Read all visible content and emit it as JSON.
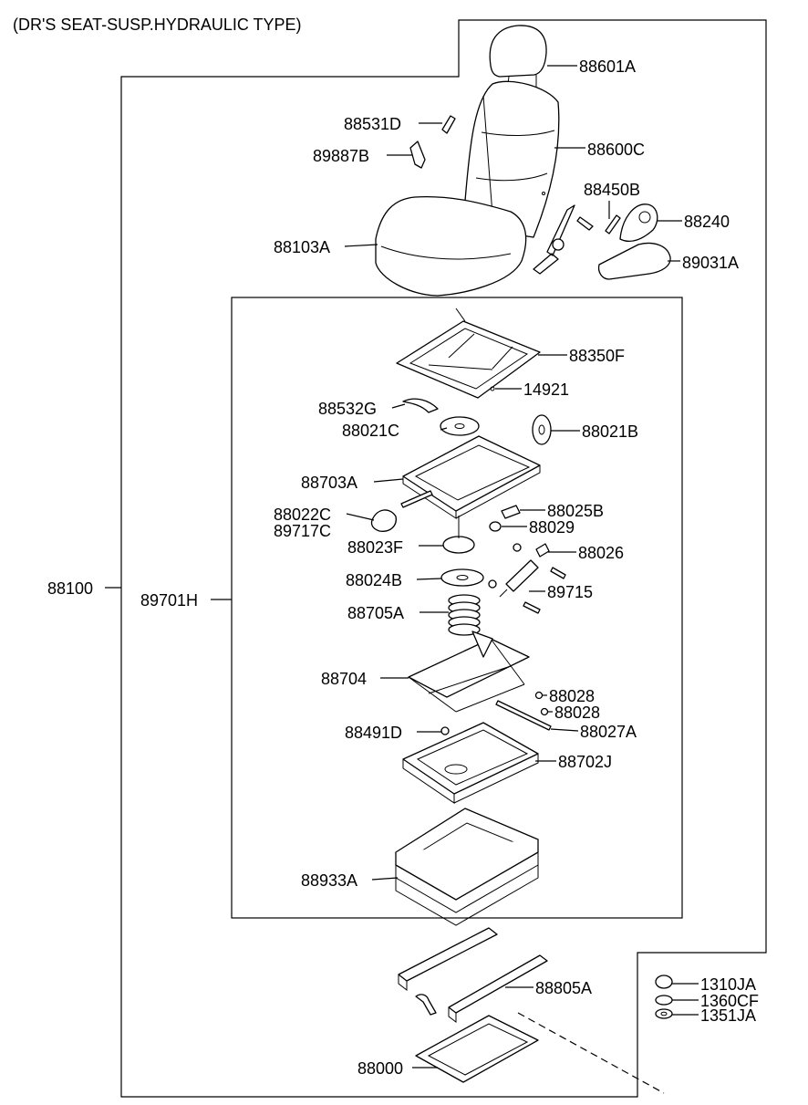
{
  "title": "(DR'S SEAT-SUSP.HYDRAULIC TYPE)",
  "labels": {
    "p88601A": "88601A",
    "p88531D": "88531D",
    "p89887B": "89887B",
    "p88600C": "88600C",
    "p88450B": "88450B",
    "p88240": "88240",
    "p88103A": "88103A",
    "p89031A": "89031A",
    "p88350F": "88350F",
    "p14921": "14921",
    "p88532G": "88532G",
    "p88021C": "88021C",
    "p88021B": "88021B",
    "p88703A": "88703A",
    "p88022C": "88022C",
    "p89717C": "89717C",
    "p88025B": "88025B",
    "p88029": "88029",
    "p88023F": "88023F",
    "p88026": "88026",
    "p88024B": "88024B",
    "p89715": "89715",
    "p88100": "88100",
    "p89701H": "89701H",
    "p88705A": "88705A",
    "p88704": "88704",
    "p88028a": "88028",
    "p88028b": "88028",
    "p88027A": "88027A",
    "p88491D": "88491D",
    "p88702J": "88702J",
    "p88933A": "88933A",
    "p88805A": "88805A",
    "p1310JA": "1310JA",
    "p1360CF": "1360CF",
    "p1351JA": "1351JA",
    "p88000": "88000"
  }
}
